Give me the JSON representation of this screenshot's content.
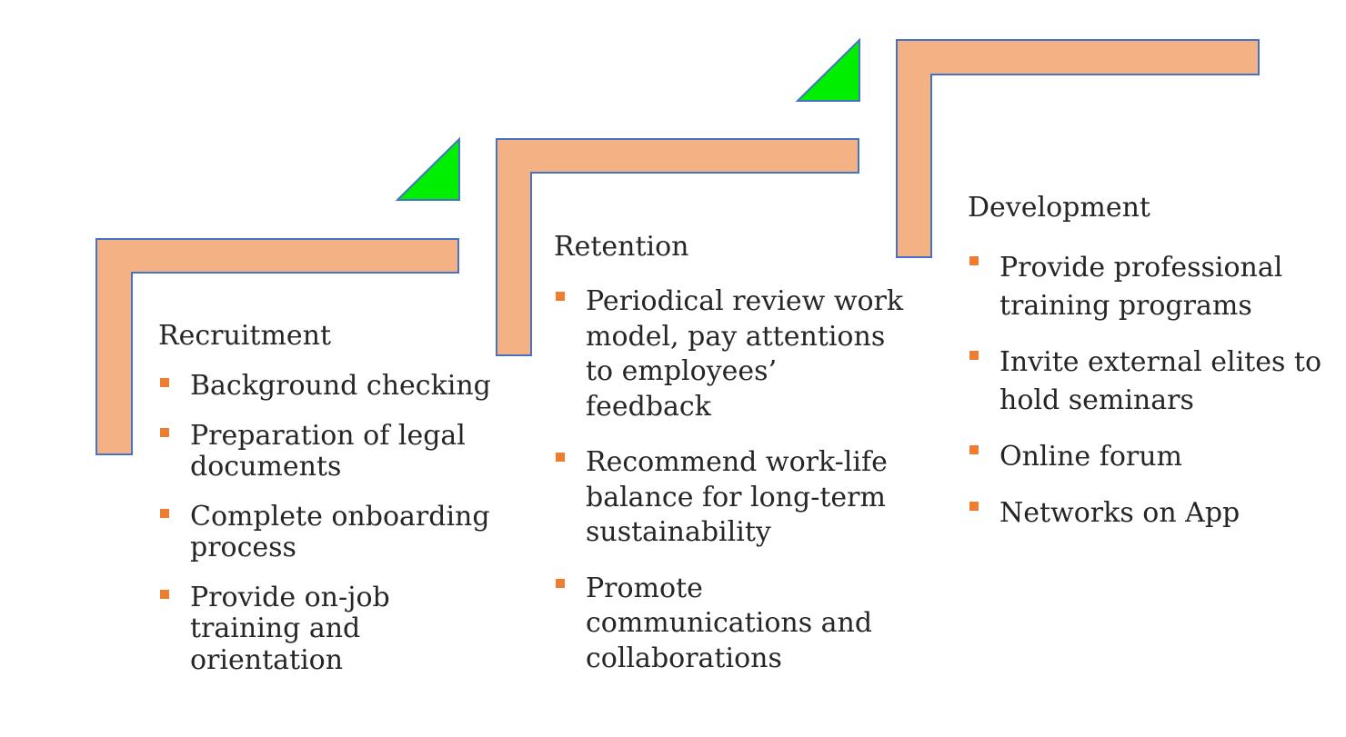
{
  "colors": {
    "step_fill": "#F4B183",
    "step_stroke": "#4472C4",
    "arrow_fill": "#00EE00",
    "bullet": "#ED7D31",
    "text": "#262626"
  },
  "steps": [
    {
      "heading": "Recruitment",
      "items": [
        "Background checking",
        "Preparation of legal documents",
        "Complete onboarding process",
        "Provide on-job training and orientation"
      ]
    },
    {
      "heading": "Retention",
      "items": [
        "Periodical review work model, pay attentions to employees’ feedback",
        "Recommend work-life balance for long-term sustainability",
        "Promote communications and collaborations"
      ]
    },
    {
      "heading": "Development",
      "items": [
        "Provide professional training programs",
        "Invite external elites to hold seminars",
        "Online forum",
        "Networks on App"
      ]
    }
  ]
}
